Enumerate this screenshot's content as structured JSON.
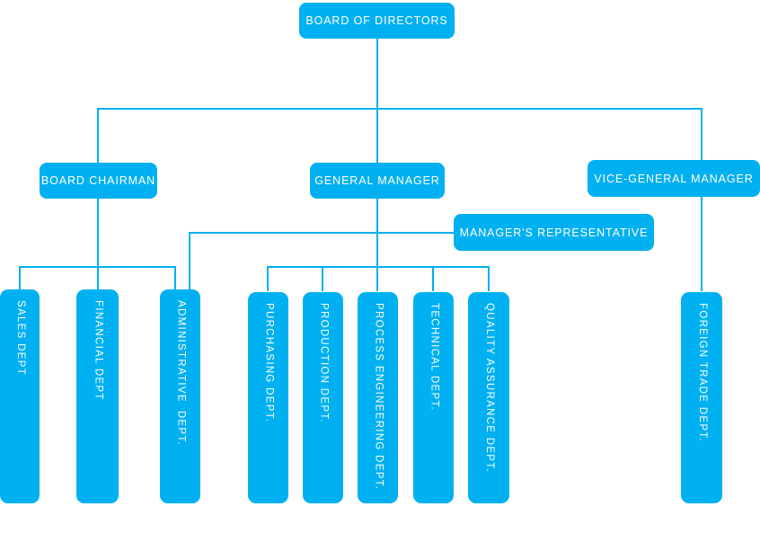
{
  "chart_data": {
    "type": "diagram",
    "diagram_type": "organizational-chart",
    "title": "",
    "accent_color": "#00B0F0",
    "background_color": "#FFFFFF",
    "text_color": "#FFFFFF",
    "nodes": [
      {
        "id": "board-of-directors",
        "label": "BOARD OF DIRECTORS",
        "level": 0,
        "orientation": "horizontal"
      },
      {
        "id": "board-chairman",
        "label": "BOARD CHAIRMAN",
        "level": 1,
        "orientation": "horizontal"
      },
      {
        "id": "general-manager",
        "label": "GENERAL MANAGER",
        "level": 1,
        "orientation": "horizontal"
      },
      {
        "id": "vice-general-manager",
        "label": "VICE-GENERAL MANAGER",
        "level": 1,
        "orientation": "horizontal"
      },
      {
        "id": "managers-representative",
        "label": "MANAGER'S REPRESENTATIVE",
        "level": 2,
        "orientation": "horizontal"
      },
      {
        "id": "sales-dept",
        "label": "SALES DEPT",
        "level": 3,
        "orientation": "vertical"
      },
      {
        "id": "financial-dept",
        "label": "FINANCIAL DEPT",
        "level": 3,
        "orientation": "vertical"
      },
      {
        "id": "administrative-dept",
        "label": "ADMINISTRATIVE  DEPT.",
        "level": 3,
        "orientation": "vertical"
      },
      {
        "id": "purchasing-dept",
        "label": "PURCHASING DEPT.",
        "level": 3,
        "orientation": "vertical"
      },
      {
        "id": "production-dept",
        "label": "PRODUCTION DEPT.",
        "level": 3,
        "orientation": "vertical"
      },
      {
        "id": "process-engineering-dept",
        "label": "PROCESS ENGINEERING DEPT.",
        "level": 3,
        "orientation": "vertical"
      },
      {
        "id": "technical-dept",
        "label": "TECHNICAL DEPT.",
        "level": 3,
        "orientation": "vertical"
      },
      {
        "id": "quality-assurance-dept",
        "label": "QUALITY ASSURANCE DEPT.",
        "level": 3,
        "orientation": "vertical"
      },
      {
        "id": "foreign-trade-dept",
        "label": "FOREIGN TRADE DEPT.",
        "level": 3,
        "orientation": "vertical"
      }
    ],
    "edges": [
      {
        "from": "board-of-directors",
        "to": "board-chairman"
      },
      {
        "from": "board-of-directors",
        "to": "general-manager"
      },
      {
        "from": "board-of-directors",
        "to": "vice-general-manager"
      },
      {
        "from": "general-manager",
        "to": "managers-representative"
      },
      {
        "from": "board-chairman",
        "to": "sales-dept"
      },
      {
        "from": "board-chairman",
        "to": "financial-dept"
      },
      {
        "from": "managers-representative",
        "to": "administrative-dept"
      },
      {
        "from": "general-manager",
        "to": "administrative-dept"
      },
      {
        "from": "general-manager",
        "to": "purchasing-dept"
      },
      {
        "from": "general-manager",
        "to": "production-dept"
      },
      {
        "from": "general-manager",
        "to": "process-engineering-dept"
      },
      {
        "from": "general-manager",
        "to": "technical-dept"
      },
      {
        "from": "general-manager",
        "to": "quality-assurance-dept"
      },
      {
        "from": "vice-general-manager",
        "to": "foreign-trade-dept"
      }
    ]
  },
  "nodes": {
    "board_of_directors": "BOARD OF DIRECTORS",
    "board_chairman": "BOARD CHAIRMAN",
    "general_manager": "GENERAL MANAGER",
    "vice_general_manager": "VICE-GENERAL MANAGER",
    "managers_representative": "MANAGER'S REPRESENTATIVE",
    "sales_dept": "SALES DEPT",
    "financial_dept": "FINANCIAL DEPT",
    "administrative_dept": "ADMINISTRATIVE  DEPT.",
    "purchasing_dept": "PURCHASING DEPT.",
    "production_dept": "PRODUCTION DEPT.",
    "process_engineering_dept": "PROCESS ENGINEERING DEPT.",
    "technical_dept": "TECHNICAL DEPT.",
    "quality_assurance_dept": "QUALITY ASSURANCE DEPT.",
    "foreign_trade_dept": "FOREIGN TRADE DEPT."
  }
}
